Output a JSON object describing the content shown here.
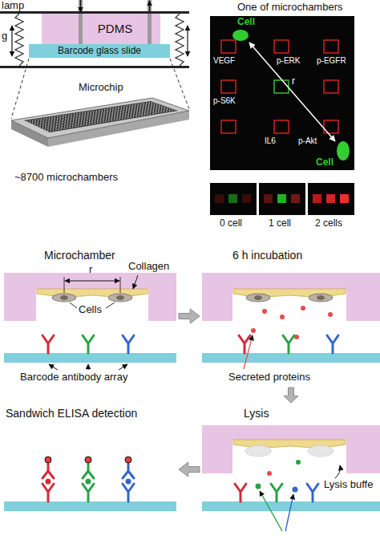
{
  "diagram": {
    "nodes": [
      {
        "text": [
          "PDMS"
        ]
      },
      {
        "text": [
          "Barcode glass slide"
        ]
      },
      {
        "text": [
          "Microchamber"
        ]
      },
      {
        "text": [
          "6 h incubation"
        ]
      },
      {
        "text": [
          "Lysis"
        ]
      },
      {
        "text": [
          "Sandwich ELISA detection"
        ]
      }
    ],
    "edges": [
      {
        "from": 2,
        "to": 3,
        "arrow": "to"
      },
      {
        "from": 3,
        "to": 4,
        "arrow": "to"
      },
      {
        "from": 4,
        "to": 5,
        "arrow": "to"
      }
    ],
    "labels": [
      "lamp",
      "g",
      "Microchip",
      "~8700 microchambers",
      "One of microchambers",
      "Cell",
      "VEGF",
      "p-ERK",
      "p-EGFR",
      "p-S6K",
      "IL6",
      "p-Akt",
      "r",
      "Cell",
      "0 cell",
      "1 cell",
      "2 cells",
      "r",
      "Collagen",
      "Cells",
      "Barcode antibody array",
      "Secreted proteins",
      "Lysis buffe"
    ]
  }
}
